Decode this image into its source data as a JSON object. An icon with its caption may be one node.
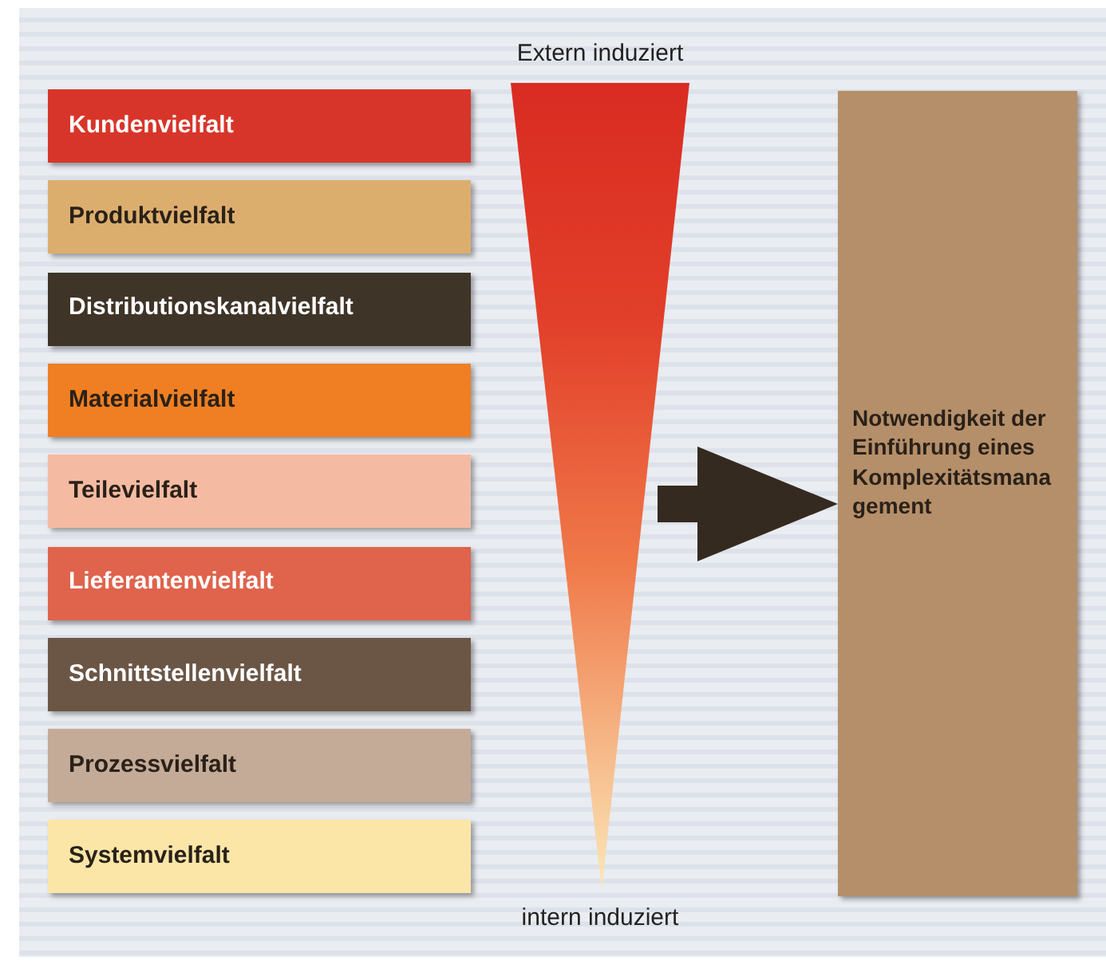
{
  "diagram": {
    "nodes": [
      {
        "text": [
          "Kundenvielfalt"
        ]
      },
      {
        "text": [
          "Produktvielfalt"
        ]
      },
      {
        "text": [
          "Distributionskanalvielfalt"
        ]
      },
      {
        "text": [
          "Materialvielfalt"
        ]
      },
      {
        "text": [
          "Teilevielfalt"
        ]
      },
      {
        "text": [
          "Lieferantenvielfalt"
        ]
      },
      {
        "text": [
          "Schnittstellenvielfalt"
        ]
      },
      {
        "text": [
          "Prozessvielfalt"
        ]
      },
      {
        "text": [
          "Systemvielfalt"
        ]
      },
      {
        "text": [
          "Extern induziert",
          "intern induziert"
        ]
      },
      {
        "text": [
          "Notwendigkeit der Einführung eines Komplexitätsmanagement"
        ]
      }
    ],
    "edges": [
      {
        "from": 9,
        "to": 10,
        "arrow": "to",
        "style": "thick",
        "color": "#352a20"
      }
    ]
  }
}
